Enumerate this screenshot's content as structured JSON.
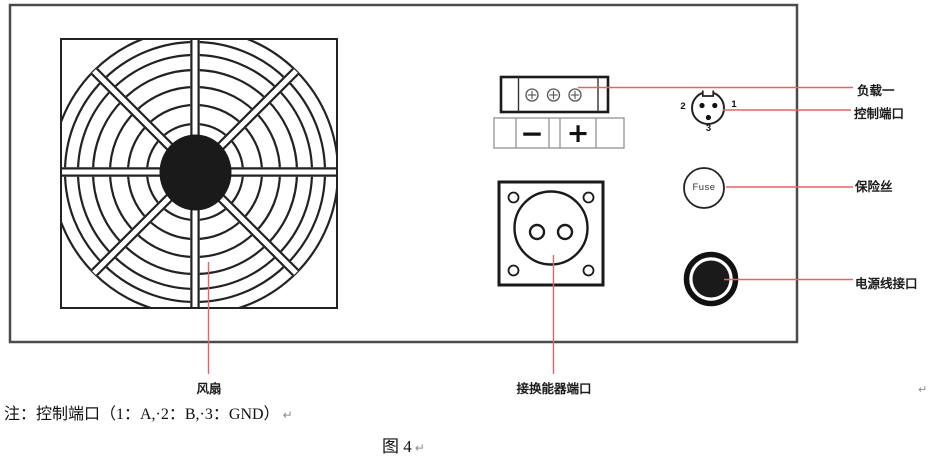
{
  "colors": {
    "leader_line": "#e06565",
    "line_art": "#222222",
    "panel_border": "#4a4a4a",
    "hub_fill": "#1a1a1a"
  },
  "rear_panel": {
    "fan": {
      "label": "风扇"
    },
    "load_terminal_block": {
      "label": "负载一",
      "minus": "−",
      "plus": "+"
    },
    "control_port": {
      "label": "控制端口",
      "pins": [
        "1",
        "2",
        "3"
      ]
    },
    "fuse": {
      "label": "保险丝",
      "marking": "Fuse"
    },
    "power_inlet": {
      "label": "电源线接口"
    },
    "transducer_port": {
      "label": "接换能器端口"
    }
  },
  "note": {
    "text": "注：控制端口（1：A,·2：B,·3：GND）",
    "return_mark": "↵"
  },
  "caption": {
    "text": "图 4",
    "return_mark": "↵"
  },
  "stray_return_mark": "↵"
}
